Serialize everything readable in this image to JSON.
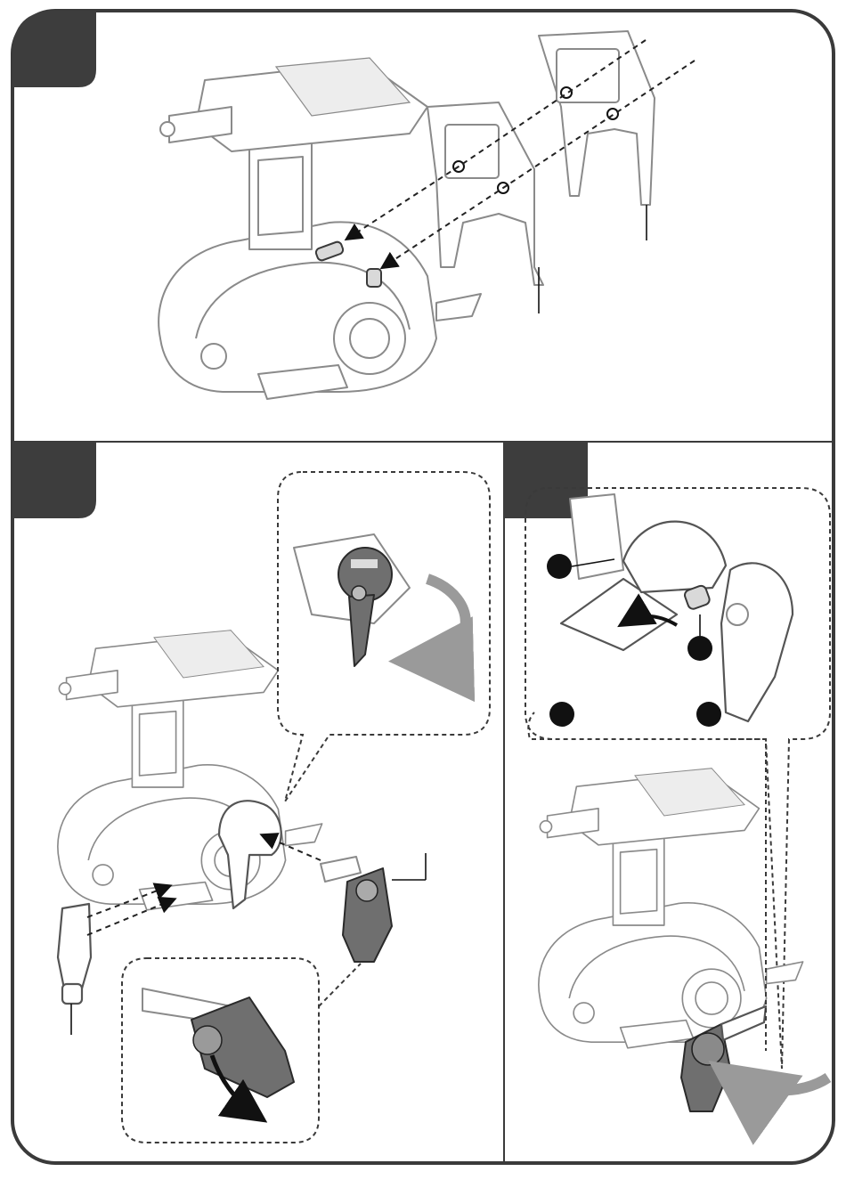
{
  "steps": [
    {
      "id": "step-top",
      "tab_label": ""
    },
    {
      "id": "step-bottom-left",
      "tab_label": ""
    },
    {
      "id": "step-bottom-right",
      "tab_label": ""
    }
  ],
  "markers": {
    "count_bottom_right": 4
  },
  "colors": {
    "frame": "#3a3a3a",
    "tab": "#3d3d3d",
    "part_grey": "#6f6f6f",
    "arrow_grey": "#9a9a9a",
    "line_art": "#8a8a8a"
  },
  "icons": [
    "rotate-arrow-icon",
    "curved-arrow-icon",
    "insert-arrow-icon"
  ]
}
